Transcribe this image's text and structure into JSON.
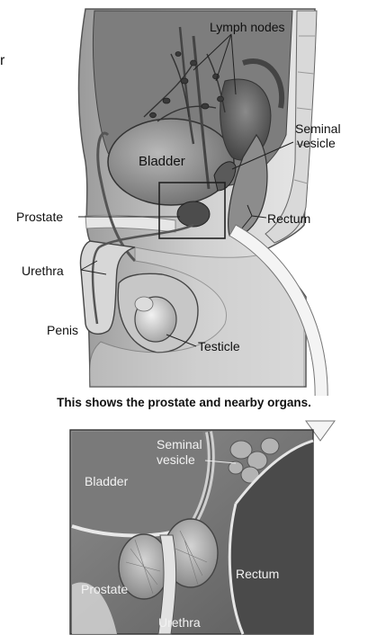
{
  "overview": {
    "labels": {
      "lymph_nodes": "Lymph nodes",
      "seminal_vesicle_line1": "Seminal",
      "seminal_vesicle_line2": "vesicle",
      "bladder": "Bladder",
      "prostate": "Prostate",
      "rectum": "Rectum",
      "urethra": "Urethra",
      "penis": "Penis",
      "testicle": "Testicle"
    }
  },
  "caption": "This shows the prostate and nearby organs.",
  "inset": {
    "labels": {
      "seminal_vesicle_line1": "Seminal",
      "seminal_vesicle_line2": "vesicle",
      "bladder": "Bladder",
      "prostate": "Prostate",
      "rectum": "Rectum",
      "urethra": "Urethra"
    }
  }
}
